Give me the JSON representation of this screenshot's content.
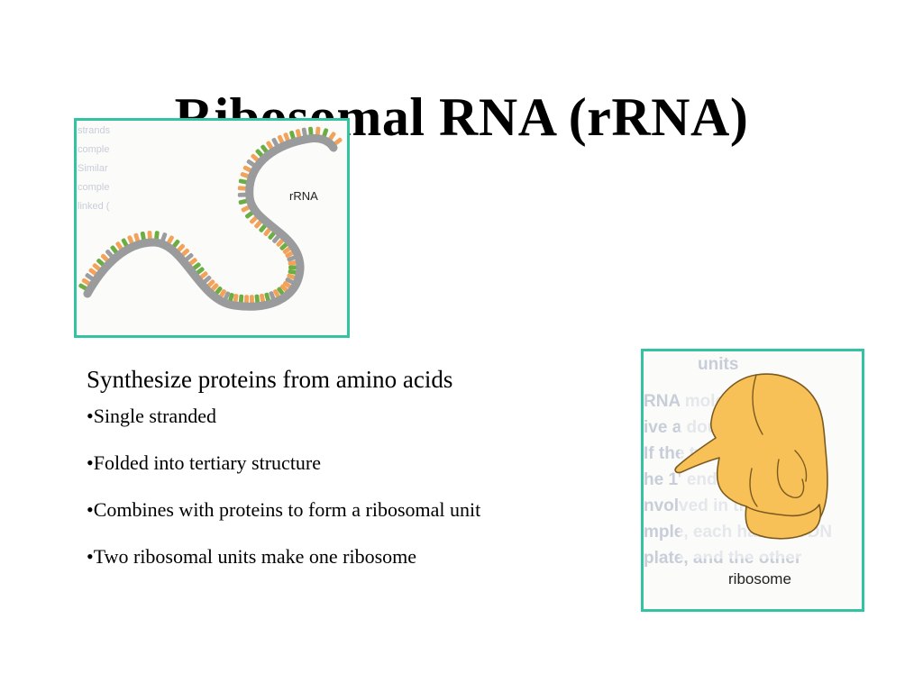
{
  "slide": {
    "title": "Ribosomal RNA (rRNA)",
    "lead": "Synthesize proteins from amino acids",
    "bullets": [
      "•Single stranded",
      "•Folded into tertiary structure",
      "•Combines with proteins to form a ribosomal unit",
      "•Two ribosomal units make one ribosome"
    ]
  },
  "figures": {
    "rrna": {
      "label": "rRNA",
      "bleed_text": [
        "strands",
        "comple",
        "Similar",
        "comple",
        "linked ("
      ],
      "colors": {
        "backbone": "#9a9b9d",
        "base_a": "#6cae44",
        "base_b": "#f3a25a",
        "base_c": "#9b9d9f"
      }
    },
    "ribosome": {
      "label": "ribosome",
      "bleed_text": [
        "units",
        "RNA molecule mov",
        "ive a double-helix",
        "If the two strands",
        "he 1' end and new",
        "nvolved in these m",
        "mple, each half of a DN",
        "plate, and the other"
      ],
      "colors": {
        "body": "#f8c158",
        "outline": "#7b5a20"
      }
    }
  },
  "style": {
    "frame_color": "#33c2a2"
  }
}
